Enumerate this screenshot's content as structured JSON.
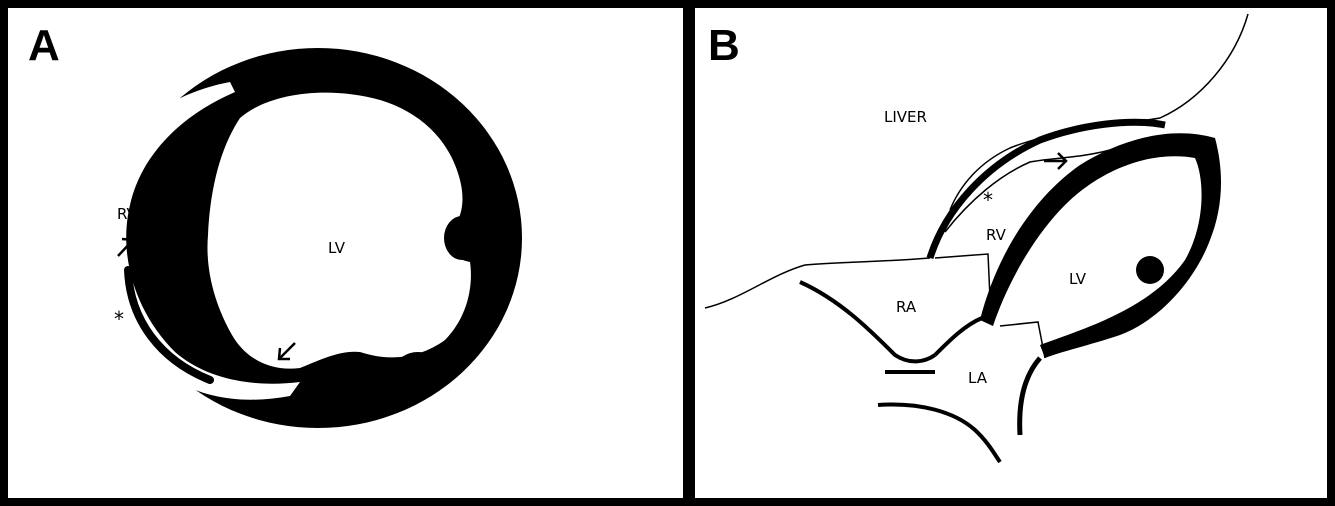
{
  "panel_a": {
    "letter": "A",
    "labels": {
      "rv": "RV",
      "lv": "LV",
      "star": "*"
    }
  },
  "panel_b": {
    "letter": "B",
    "labels": {
      "liver": "LIVER",
      "rv": "RV",
      "lv": "LV",
      "ra": "RA",
      "la": "LA",
      "star": "*"
    }
  },
  "colors": {
    "ink": "#000000",
    "background": "#ffffff"
  }
}
